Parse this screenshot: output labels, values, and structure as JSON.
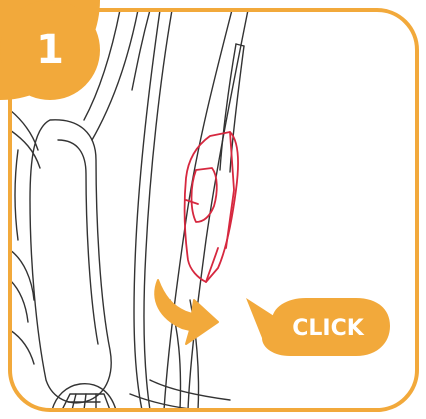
{
  "step": {
    "number": "1"
  },
  "callout": {
    "label": "CLICK"
  },
  "colors": {
    "accent": "#F2A93B",
    "line": "#333333",
    "highlight": "#D6283F",
    "background": "#FFFFFF"
  },
  "icons": {
    "step_badge": "circle-badge",
    "direction_arrow": "curved-arrow-icon",
    "sound_bubble": "speech-bubble"
  }
}
